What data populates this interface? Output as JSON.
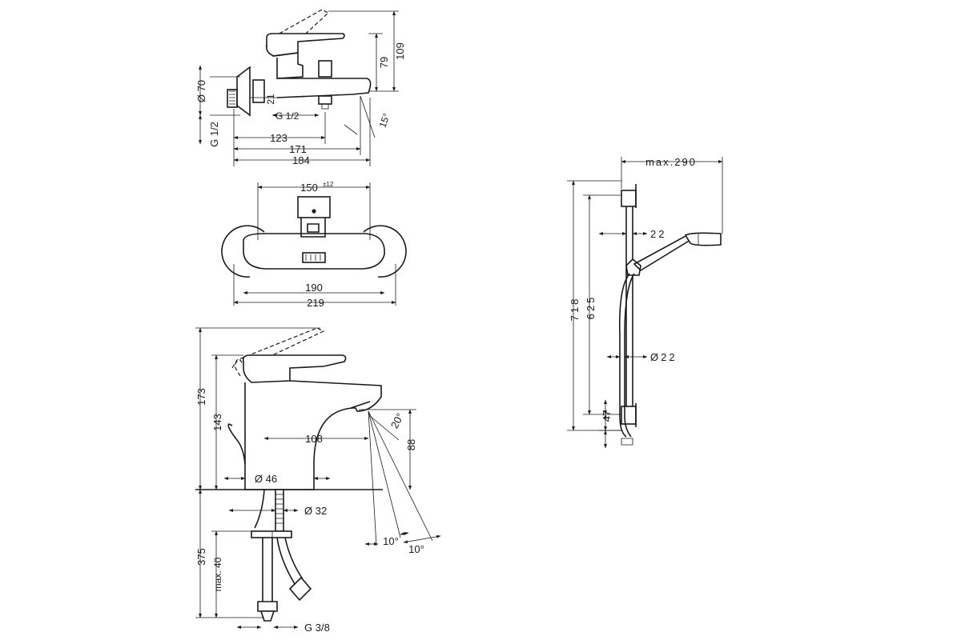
{
  "bath_mixer": {
    "side_view": {
      "h_109": "109",
      "h_79": "79",
      "d_70": "Ø 70",
      "d_21": "21",
      "thread_g12_side": "G 1/2",
      "thread_g12_bottom": "G 1/2",
      "angle_15": "15°",
      "w_123": "123",
      "w_171": "171",
      "w_184": "184"
    },
    "top_view": {
      "w_150": "150",
      "w_150_tol": "±12",
      "w_190": "190",
      "w_219": "219"
    }
  },
  "basin_mixer": {
    "h_173": "173",
    "h_143": "143",
    "h_88": "88",
    "reach_108": "108",
    "angle_20": "20°",
    "d_46": "Ø 46",
    "d_32": "Ø 32",
    "h_375": "375",
    "max_40": "max. 40",
    "thread_g38": "G 3/8",
    "angle_10a": "10°",
    "angle_10b": "10°"
  },
  "shower_rail": {
    "max_290": "max.290",
    "h_718": "718",
    "h_625": "625",
    "w_22": "22",
    "d_22": "Ø22",
    "h_47": "47"
  }
}
